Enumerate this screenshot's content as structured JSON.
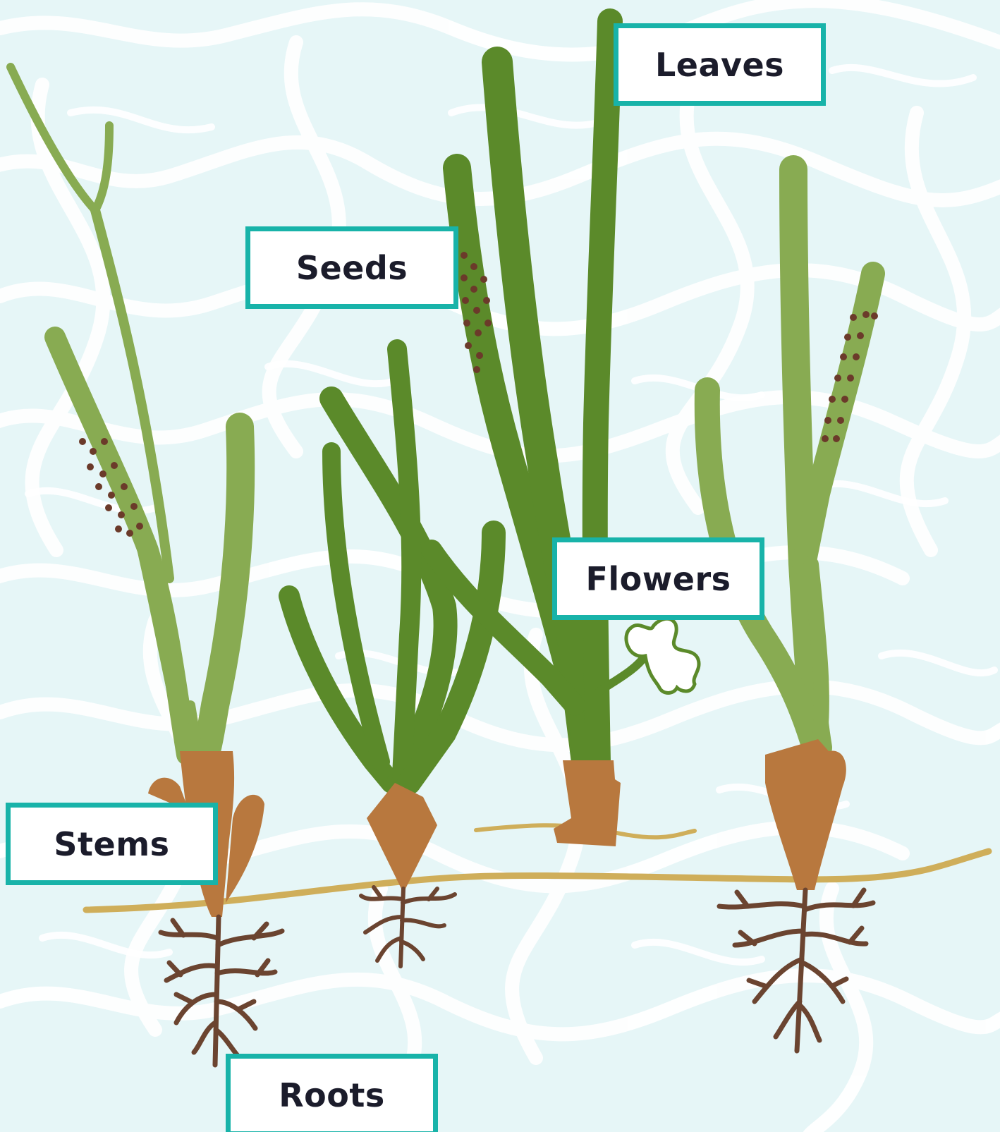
{
  "labels": {
    "leaves": "Leaves",
    "seeds": "Seeds",
    "flowers": "Flowers",
    "stems": "Stems",
    "roots": "Roots"
  },
  "colors": {
    "water": "#e6f6f7",
    "water_lines": "#ffffff",
    "leaf_light": "#88ab52",
    "leaf_dark": "#5b8a2a",
    "stem_base": "#b8783e",
    "rhizome": "#cfae5a",
    "roots": "#6b4430",
    "seeds": "#6b3a2a",
    "label_border": "#18b3a9",
    "label_text": "#1b1c2b"
  }
}
